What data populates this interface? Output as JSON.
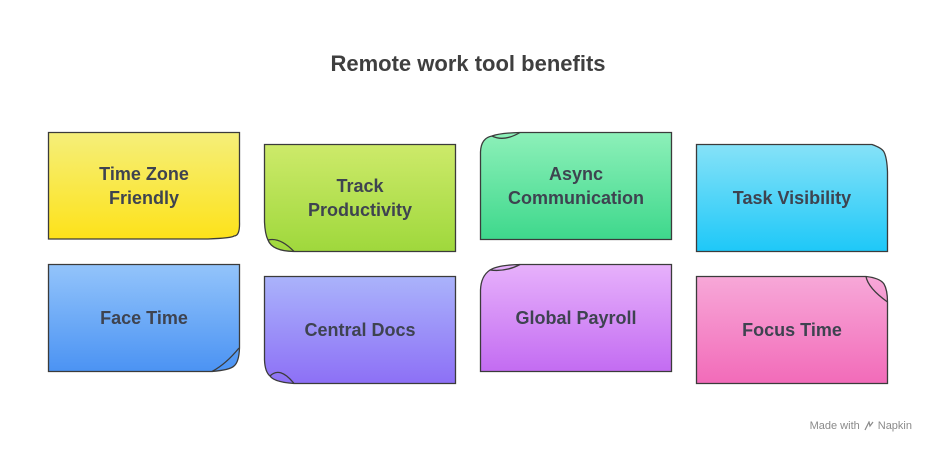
{
  "title": "Remote work tool benefits",
  "cards": [
    {
      "label": "Time Zone\nFriendly",
      "color_top": "#f5ef7a",
      "color_bottom": "#fde21a"
    },
    {
      "label": "Track\nProductivity",
      "color_top": "#cdea6a",
      "color_bottom": "#9fd83c"
    },
    {
      "label": "Async\nCommunication",
      "color_top": "#8df0b9",
      "color_bottom": "#3ed88c"
    },
    {
      "label": "Task Visibility",
      "color_top": "#86e2f8",
      "color_bottom": "#1ec8f8"
    },
    {
      "label": "Face Time",
      "color_top": "#93c4fb",
      "color_bottom": "#4b93f3"
    },
    {
      "label": "Central Docs",
      "color_top": "#aab3fb",
      "color_bottom": "#8d70f6"
    },
    {
      "label": "Global Payroll",
      "color_top": "#e7b1fb",
      "color_bottom": "#c36cf2"
    },
    {
      "label": "Focus Time",
      "color_top": "#f7a8d8",
      "color_bottom": "#f26bb9"
    }
  ],
  "footer": {
    "made_with": "Made with",
    "brand": "Napkin"
  }
}
